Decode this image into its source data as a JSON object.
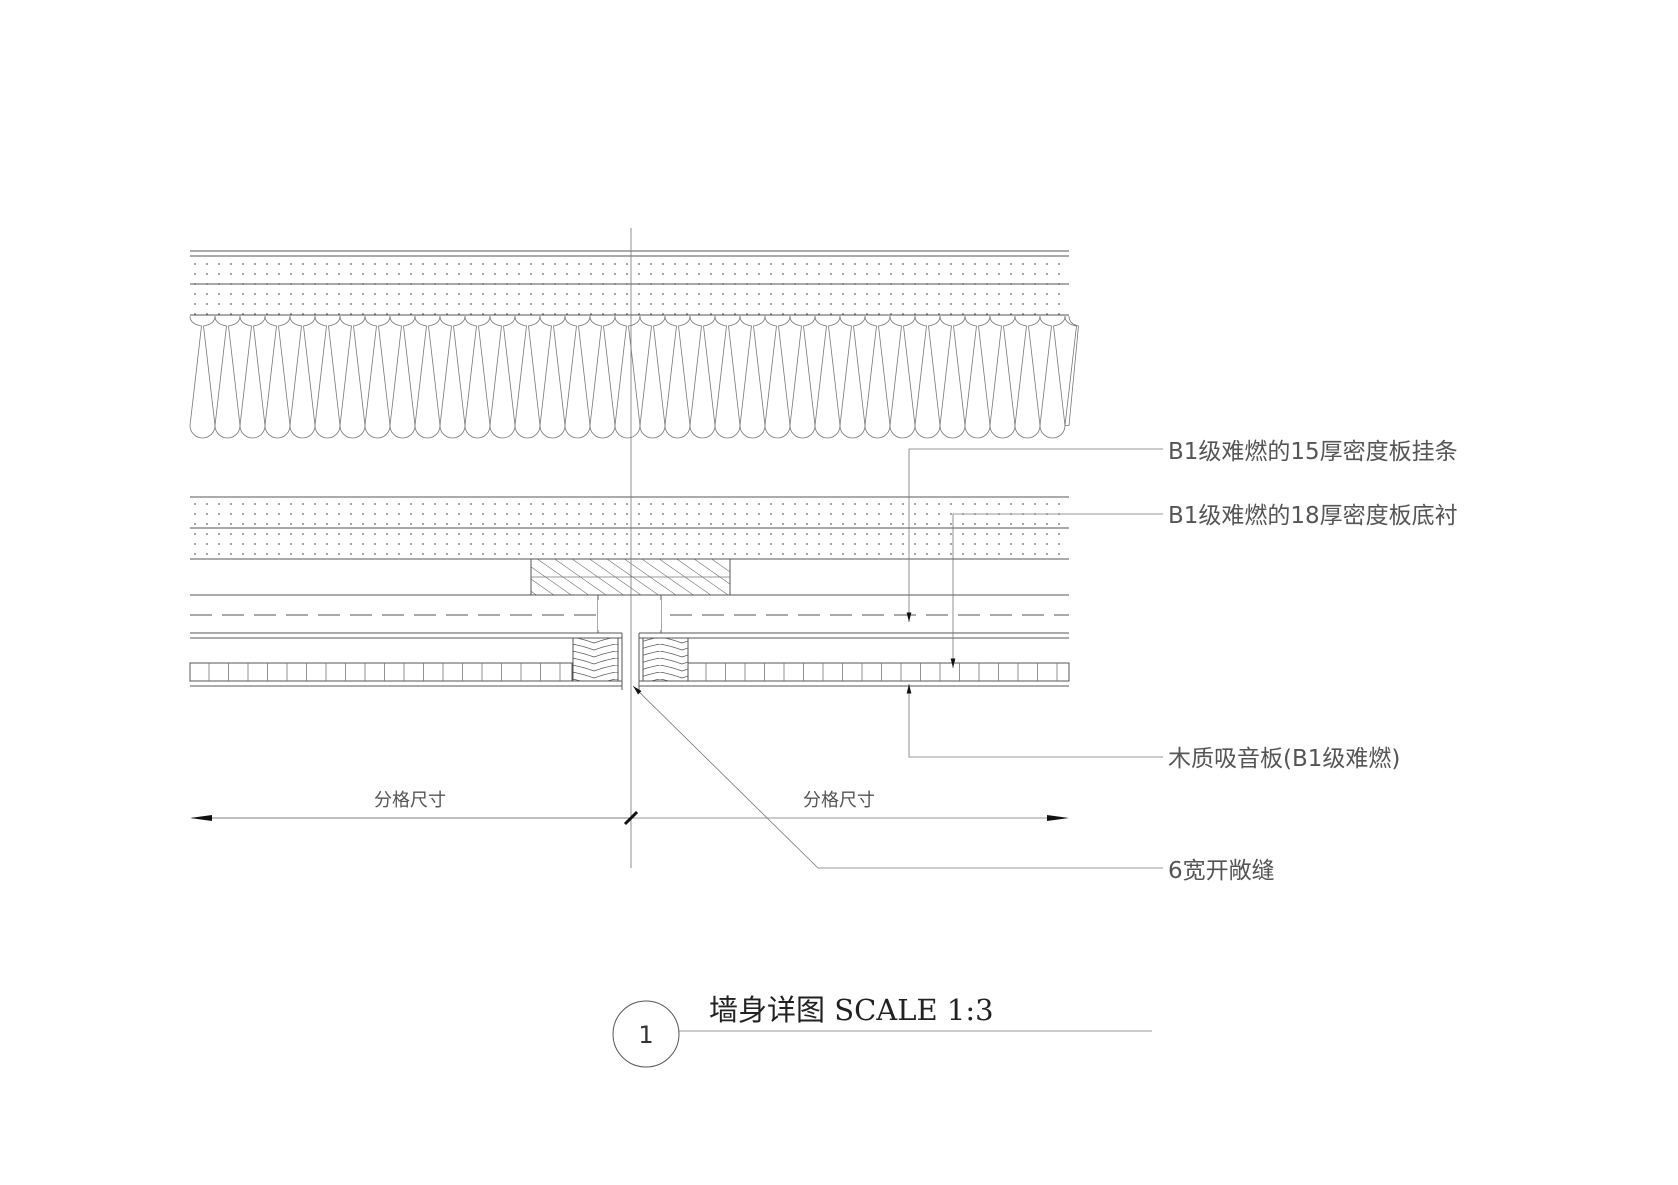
{
  "drawing": {
    "title": "墙身详图 SCALE 1:3",
    "detail_number": "1",
    "labels": {
      "batten": "B1级难燃的15厚密度板挂条",
      "backing": "B1级难燃的18厚密度板底衬",
      "panel": "木质吸音板(B1级难燃)",
      "gap": "6宽开敞缝"
    },
    "dimensions": {
      "left": "分格尺寸",
      "right": "分格尺寸"
    }
  },
  "colors": {
    "line": "#555555",
    "background": "#ffffff"
  }
}
